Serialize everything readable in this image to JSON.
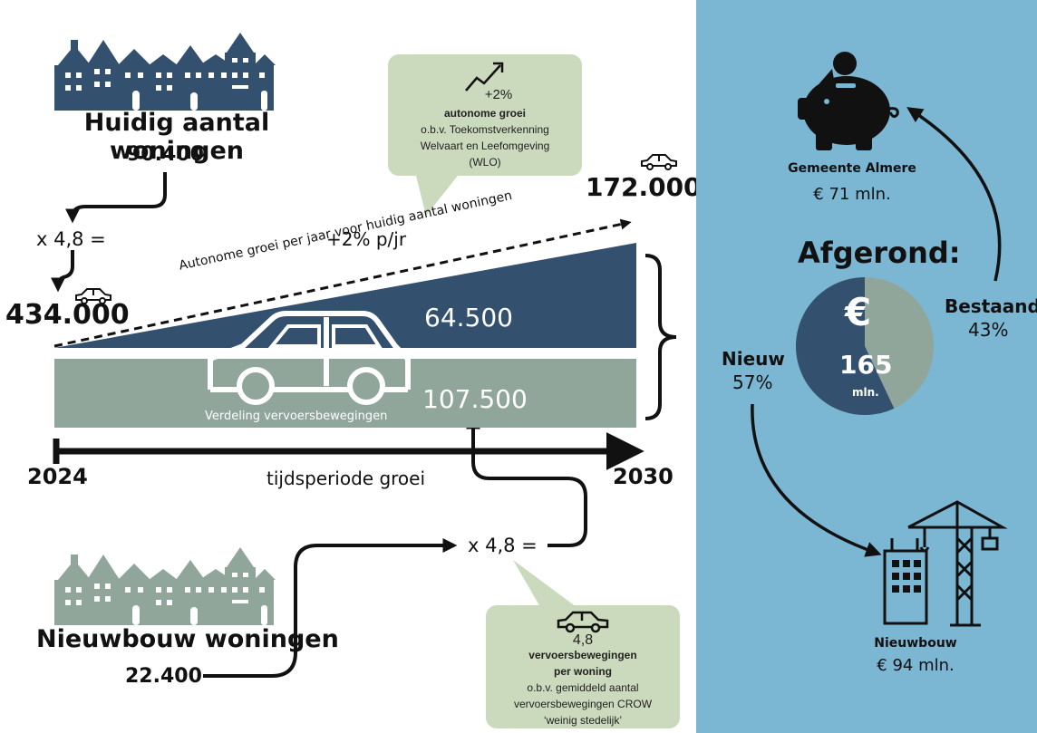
{
  "colors": {
    "navy": "#34506f",
    "sage": "#91a69a",
    "bubble": "#cbd9bc",
    "panel": "#7bb6d3",
    "black": "#111111"
  },
  "existing": {
    "title": "Huidig aantal woningen",
    "count": "90.400",
    "multiplier": "x 4,8 =",
    "movements": "434.000",
    "icon": "houses-icon"
  },
  "growth_bubble": {
    "percent": "+2%",
    "title": "autonome groei",
    "line1": "o.b.v. Toekomstverkenning",
    "line2": "Welvaart en Leefomgeving",
    "line3": "(WLO)",
    "icon": "trend-up-icon"
  },
  "chart": {
    "total": "172.000",
    "rate_label": "+2% p/jr",
    "slope_label": "Autonome groei per jaar voor huidig aantal woningen",
    "upper_value": "64.500",
    "lower_value": "107.500",
    "band_label": "Verdeling vervoersbewegingen",
    "start_year": "2024",
    "end_year": "2030",
    "axis_label": "tijdsperiode groei"
  },
  "newbuild": {
    "title": "Nieuwbouw woningen",
    "count": "22.400",
    "multiplier": "x 4,8 ="
  },
  "car_bubble": {
    "value": "4,8",
    "title_line1": "vervoersbewegingen",
    "title_line2": "per woning",
    "line1": "o.b.v. gemiddeld aantal",
    "line2": "vervoersbewegingen CROW",
    "line3": "‘weinig stedelijk’"
  },
  "panel": {
    "municipality_label": "Gemeente Almere",
    "municipality_amount": "€ 71 mln.",
    "heading": "Afgerond:",
    "pie_symbol": "€",
    "pie_total": "165",
    "pie_unit": "mln.",
    "existing_label": "Bestaand",
    "existing_pct": "43%",
    "new_label": "Nieuw",
    "new_pct": "57%",
    "newbuild_label": "Nieuwbouw",
    "newbuild_amount": "€ 94 mln."
  },
  "chart_data": {
    "type": "pie",
    "categories": [
      "Nieuw",
      "Bestaand"
    ],
    "values": [
      57,
      43
    ]
  }
}
